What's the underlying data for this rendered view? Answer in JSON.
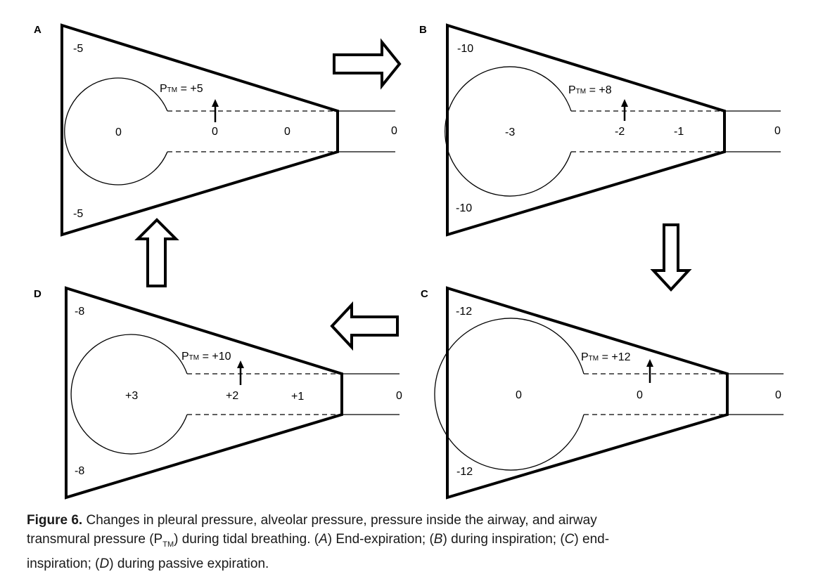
{
  "panels": [
    {
      "letter": "A",
      "corner_top": "-5",
      "corner_bottom": "-5",
      "alveolar": "0",
      "airway_inner": "0",
      "airway_mid": "0",
      "airway_outer": "0",
      "ptm_label": "P",
      "ptm_sub": "TM",
      "ptm_value": " = +5"
    },
    {
      "letter": "B",
      "corner_top": "-10",
      "corner_bottom": "-10",
      "alveolar": "-3",
      "airway_inner": "-2",
      "airway_mid": "-1",
      "airway_outer": "0",
      "ptm_label": "P",
      "ptm_sub": "TM",
      "ptm_value": " = +8"
    },
    {
      "letter": "C",
      "corner_top": "-12",
      "corner_bottom": "-12",
      "alveolar": "0",
      "airway_inner": "0",
      "airway_mid": "",
      "airway_outer": "0",
      "ptm_label": "P",
      "ptm_sub": "TM",
      "ptm_value": " = +12"
    },
    {
      "letter": "D",
      "corner_top": "-8",
      "corner_bottom": "-8",
      "alveolar": "+3",
      "airway_inner": "+2",
      "airway_mid": "+1",
      "airway_outer": "0",
      "ptm_label": "P",
      "ptm_sub": "TM",
      "ptm_value": " = +10"
    }
  ],
  "caption": {
    "label": "Figure 6.",
    "line1": " Changes in pleural pressure, alveolar pressure, pressure inside the airway, and airway",
    "line2_a": "transmural pressure (P",
    "line2_sub": "TM",
    "line2_b": ") during tidal breathing. (",
    "A": "A",
    "line2_c": ") End-expiration; (",
    "B": "B",
    "line2_d": ") during inspiration; (",
    "C": "C",
    "line2_e": ") end-",
    "line3_a": "inspiration; (",
    "D": "D",
    "line3_b": ") during passive expiration."
  }
}
